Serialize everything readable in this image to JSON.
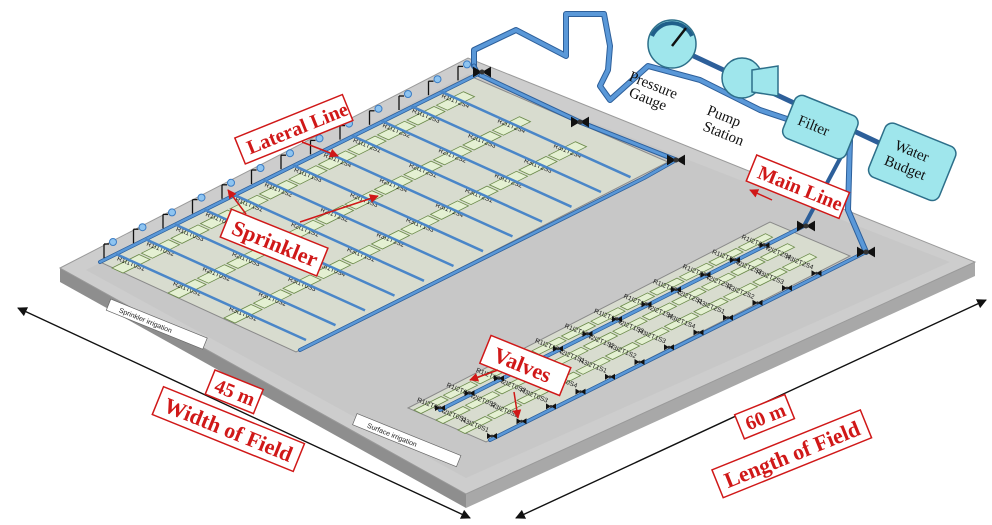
{
  "colors": {
    "plot_fill": "#e4f0d2",
    "plot_edge": "#6b8a4a",
    "pipe": "#4a86c8",
    "pipe_edge": "#2d5f9a",
    "equipment": "#9fe6ec",
    "annotation_red": "#d01818",
    "platform_top": "#cfcfcf",
    "platform_side": "#9a9a9a"
  },
  "annotations": {
    "lateral_line": "Lateral Line",
    "sprinkler": "Sprinkler",
    "main_line": "Main Line",
    "valves": "Valves",
    "width_value": "45 m",
    "width_label": "Width of Field",
    "length_value": "60 m",
    "length_label": "Length of Field"
  },
  "equipment": {
    "pressure_gauge": [
      "Pressure",
      "Gauge"
    ],
    "pump_station": [
      "Pump",
      "Station"
    ],
    "filter": "Filter",
    "water_budget": [
      "Water",
      "Budget"
    ]
  },
  "zones": {
    "sprinkler_tag": "Sprinkler irrigation",
    "surface_tag": "Surface irrigation"
  },
  "sprinkler_plots": [
    [
      "R1I1T0S1",
      "R1I1T0S2",
      "R1I1T0S3",
      "R1I1T0S4",
      "R1I1T1S1",
      "R1I1T1S2",
      "R1I1T1S3",
      "R1I1T1S4",
      "R1I1T2S1",
      "R1I1T2S2",
      "R1I1T2S3",
      "R1I1T2S4"
    ],
    [
      "R2I1T0S1",
      "R2I1T0S2",
      "R2I1T0S3",
      "R2I1T0S4",
      "R2I1T1S1",
      "R2I1T1S2",
      "R2I1T1S3",
      "R2I1T1S4",
      "R2I1T2S1",
      "R2I1T2S2",
      "R2I1T2S3",
      "R2I1T2S4"
    ],
    [
      "R3I1T0S1",
      "R3I1T0S2",
      "R3I1T0S3",
      "R3I1T0S4",
      "R3I1T1S1",
      "R3I1T1S2",
      "R3I1T1S3",
      "R3I1T1S4",
      "R3I1T2S1",
      "R3I1T2S2",
      "R3I1T2S3",
      "R3I1T2S4"
    ]
  ],
  "surface_plots": [
    [
      "R1I2T0S1",
      "R1I2T0S2",
      "R1I2T0S3",
      "R1I2T0S4",
      "R1I2T1S1",
      "R1I2T1S2",
      "R1I2T1S3",
      "R1I2T1S4",
      "R1I2T2S1",
      "R1I2T2S2",
      "R1I2T2S3",
      "R1I2T2S4"
    ],
    [
      "R2I2T0S1",
      "R2I2T0S2",
      "R2I2T0S3",
      "R2I2T0S4",
      "R2I2T1S1",
      "R2I2T1S2",
      "R2I2T1S3",
      "R2I2T1S4",
      "R2I2T2S1",
      "R2I2T2S2",
      "R2I2T2S3",
      "R2I2T2S4"
    ],
    [
      "R3I2T0S1",
      "R3I2T0S2",
      "R3I2T0S3",
      "R3I2T0S4",
      "R3I2T1S1",
      "R3I2T1S2",
      "R3I2T1S3",
      "R3I2T1S4",
      "R3I2T2S1",
      "R3I2T2S2",
      "R3I2T2S3",
      "R3I2T2S4"
    ]
  ]
}
